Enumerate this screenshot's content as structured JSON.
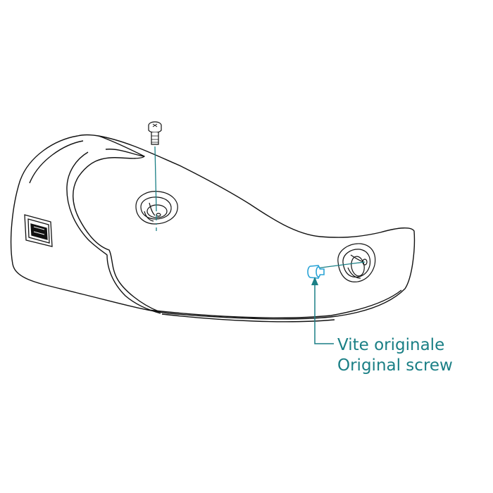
{
  "callout": {
    "line1": "Vite originale",
    "line2": "Original screw",
    "color": "#1a7f85"
  },
  "highlight_color": "#29a3d6",
  "parts": [
    "seat-cover",
    "mounting-screw",
    "original-screw",
    "brand-badge"
  ]
}
